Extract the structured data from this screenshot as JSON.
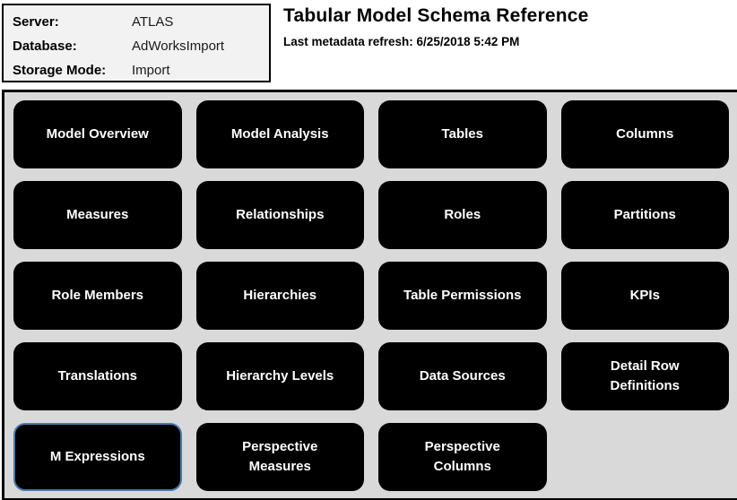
{
  "info_panel": {
    "rows": [
      {
        "label": "Server:",
        "value": "ATLAS"
      },
      {
        "label": "Database:",
        "value": "AdWorksImport"
      },
      {
        "label": "Storage Mode:",
        "value": "Import"
      }
    ]
  },
  "header": {
    "title": "Tabular Model Schema Reference",
    "subtitle": "Last metadata refresh: 6/25/2018 5:42 PM"
  },
  "nav": {
    "buttons": [
      {
        "label": "Model Overview",
        "selected": false
      },
      {
        "label": "Model Analysis",
        "selected": false
      },
      {
        "label": "Tables",
        "selected": false
      },
      {
        "label": "Columns",
        "selected": false
      },
      {
        "label": "Measures",
        "selected": false
      },
      {
        "label": "Relationships",
        "selected": false
      },
      {
        "label": "Roles",
        "selected": false
      },
      {
        "label": "Partitions",
        "selected": false
      },
      {
        "label": "Role Members",
        "selected": false
      },
      {
        "label": "Hierarchies",
        "selected": false
      },
      {
        "label": "Table Permissions",
        "selected": false
      },
      {
        "label": "KPIs",
        "selected": false
      },
      {
        "label": "Translations",
        "selected": false
      },
      {
        "label": "Hierarchy Levels",
        "selected": false
      },
      {
        "label": "Data Sources",
        "selected": false
      },
      {
        "label": "Detail Row Definitions",
        "selected": false
      },
      {
        "label": "M Expressions",
        "selected": true
      },
      {
        "label": "Perspective Measures",
        "selected": false
      },
      {
        "label": "Perspective Columns",
        "selected": false
      }
    ]
  },
  "colors": {
    "button_bg": "#000000",
    "button_text": "#ffffff",
    "panel_bg": "#d9d9d9",
    "info_panel_bg": "#f2f2f2",
    "selected_border": "#4a79ad"
  }
}
